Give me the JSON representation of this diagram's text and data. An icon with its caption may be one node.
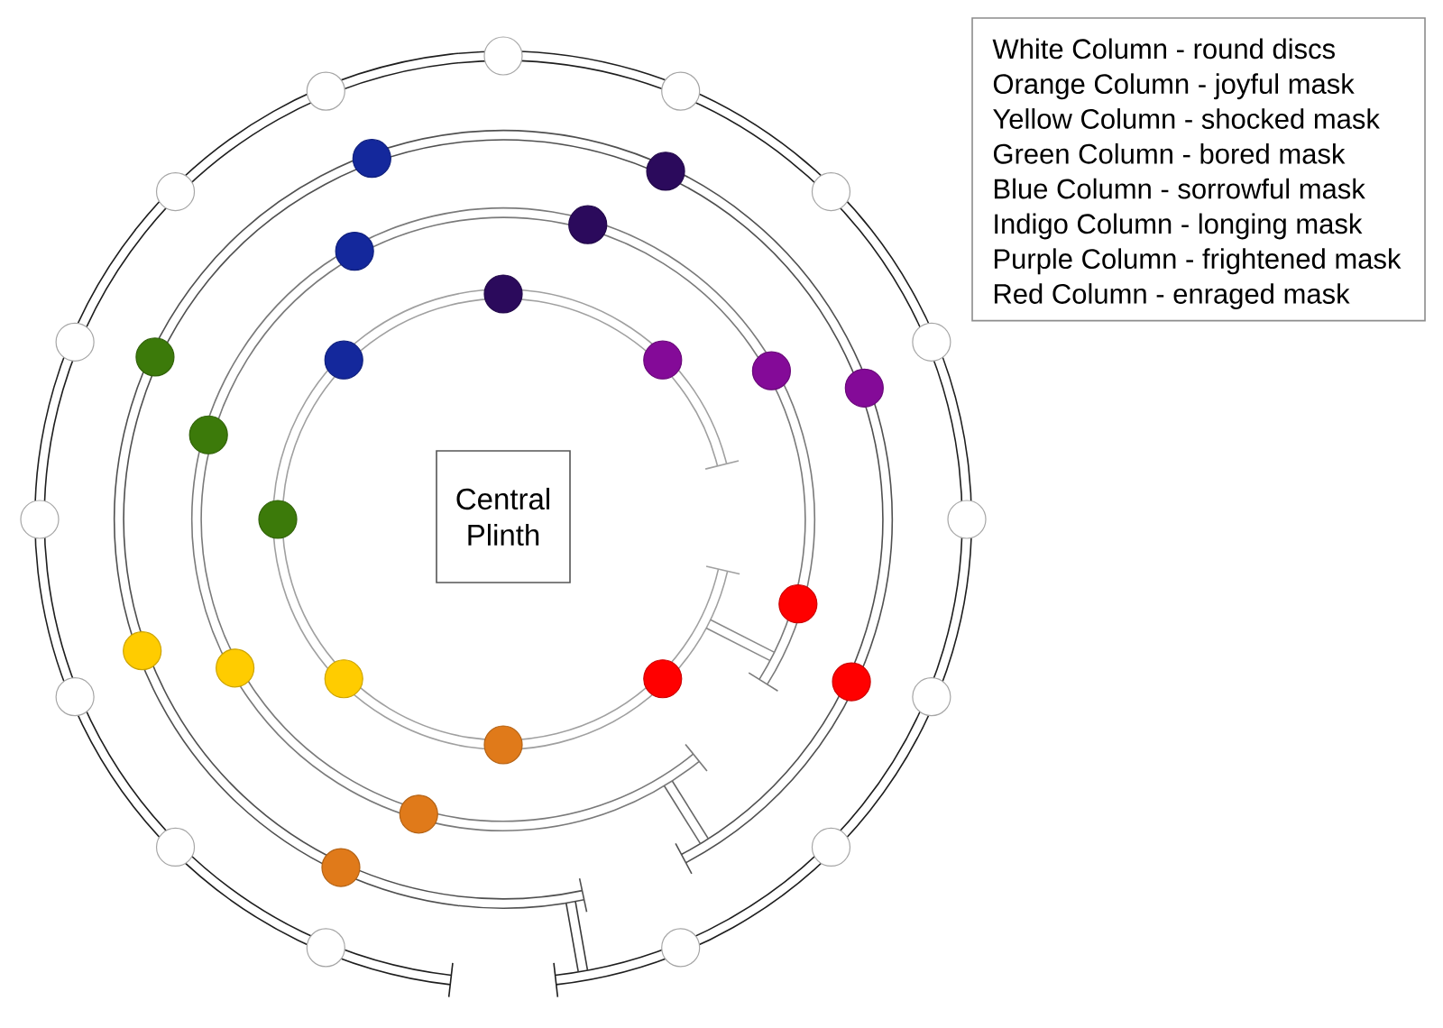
{
  "diagram": {
    "nodes": [
      {
        "text": [
          "Central Plinth"
        ]
      }
    ],
    "legend": [
      {
        "text": "White Column - round discs"
      },
      {
        "text": "Orange Column - joyful mask"
      },
      {
        "text": "Yellow Column - shocked mask"
      },
      {
        "text": "Green Column - bored mask"
      },
      {
        "text": "Blue Column - sorrowful mask"
      },
      {
        "text": "Indigo Column - longing mask"
      },
      {
        "text": "Purple Column - frightened mask"
      },
      {
        "text": "Red Column - enraged mask"
      }
    ]
  }
}
